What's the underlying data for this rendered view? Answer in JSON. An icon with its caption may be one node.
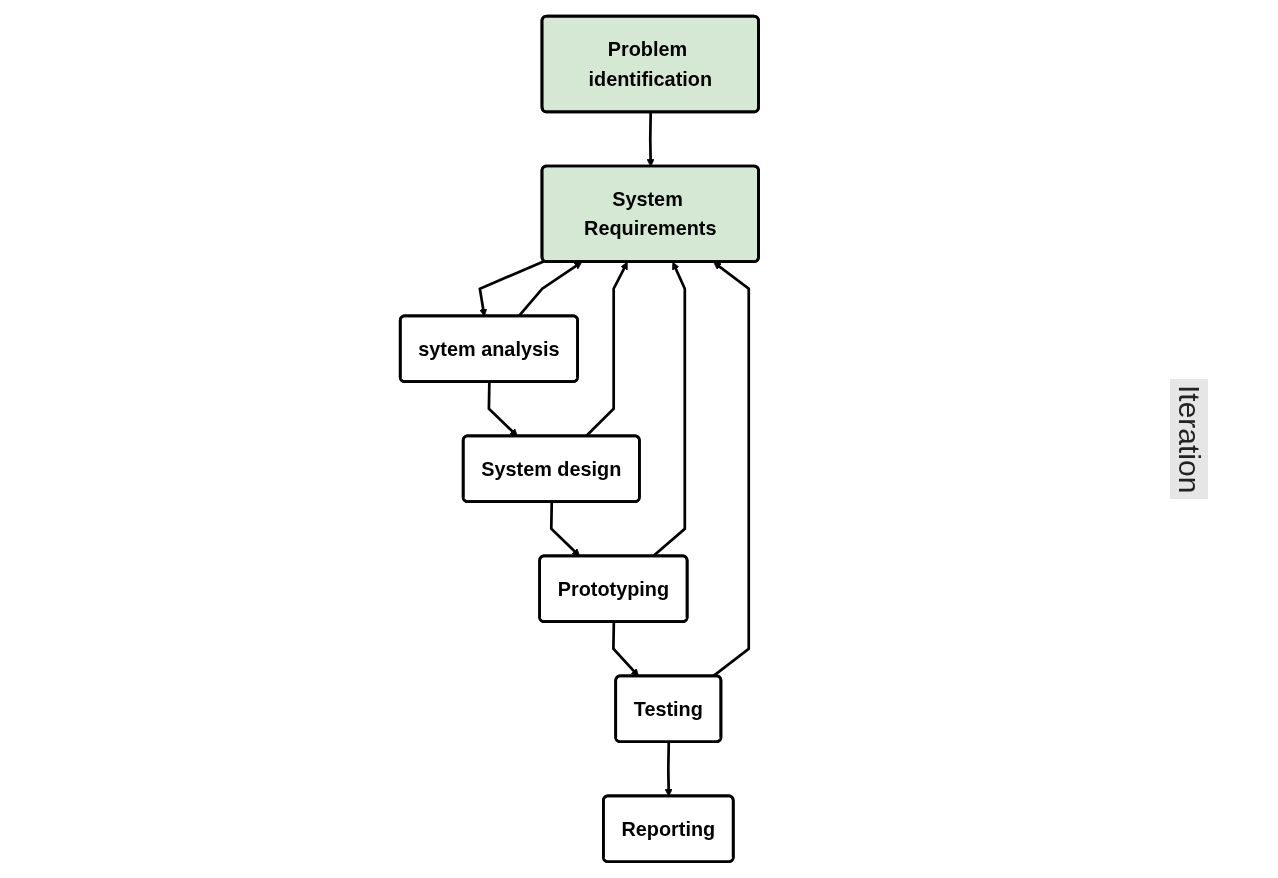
{
  "diagram": {
    "nodes": [
      {
        "text": [
          "Problem identification"
        ]
      },
      {
        "text": [
          "System Requirements"
        ]
      },
      {
        "text": [
          "sytem analysis"
        ]
      },
      {
        "text": [
          "System design"
        ]
      },
      {
        "text": [
          "Prototyping"
        ]
      },
      {
        "text": [
          "Testing"
        ]
      },
      {
        "text": [
          "Reporting"
        ]
      }
    ],
    "edges": [
      {
        "from": 0,
        "to": 1,
        "arrow": "to"
      },
      {
        "from": 1,
        "to": 2,
        "arrow": "to"
      },
      {
        "from": 2,
        "to": 3,
        "arrow": "to"
      },
      {
        "from": 3,
        "to": 4,
        "arrow": "to"
      },
      {
        "from": 4,
        "to": 5,
        "arrow": "to"
      },
      {
        "from": 5,
        "to": 6,
        "arrow": "to"
      },
      {
        "from": 2,
        "to": 1,
        "arrow": "to"
      },
      {
        "from": 3,
        "to": 1,
        "arrow": "to"
      },
      {
        "from": 4,
        "to": 1,
        "arrow": "to"
      },
      {
        "from": 5,
        "to": 1,
        "arrow": "to"
      }
    ],
    "labels": [
      "Iteration"
    ]
  }
}
